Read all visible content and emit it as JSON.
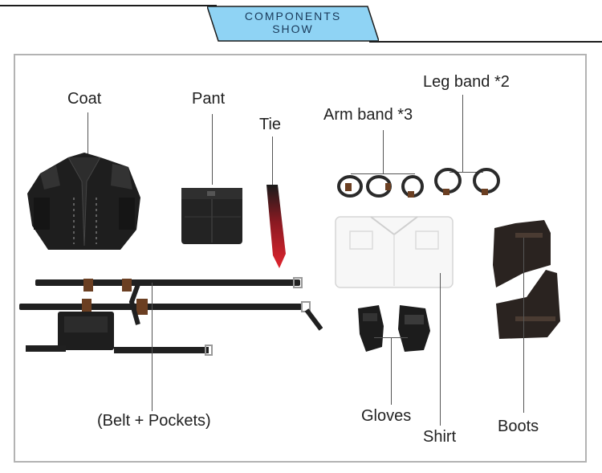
{
  "header": {
    "title_line1": "COMPONENTS",
    "title_line2": "SHOW"
  },
  "labels": {
    "coat": "Coat",
    "pant": "Pant",
    "tie": "Tie",
    "arm_band": "Arm band *3",
    "leg_band": "Leg band *2",
    "belt": "(Belt + Pockets)",
    "gloves": "Gloves",
    "shirt": "Shirt",
    "boots": "Boots"
  },
  "colors": {
    "header_tab": "#8fd3f4",
    "header_text": "#1a3a5a",
    "leather": "#1e1e1e",
    "tie_red": "#c8202a",
    "belt_brown": "#6b3f22",
    "shirt": "#f7f7f7"
  }
}
